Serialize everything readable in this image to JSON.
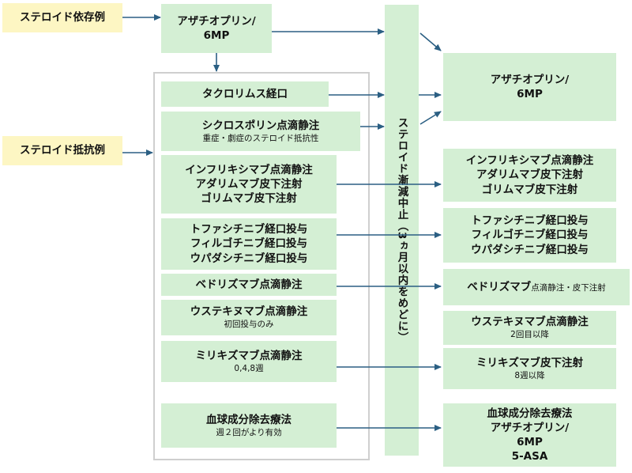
{
  "colors": {
    "box_fill": "#d4efd4",
    "label_fill": "#fdf6c3",
    "arrow": "#2b5f83",
    "frame": "#cfcfcf"
  },
  "labels": {
    "steroid_dependent": "ステロイド依存例",
    "steroid_resistant": "ステロイド抵抗例"
  },
  "left": {
    "aza": [
      "アザチオプリン/",
      "6MP"
    ],
    "tacrolimus": "タクロリムス経口",
    "cyclosporine": "シクロスポリン点滴静注",
    "cyclosporine_note": "重症・劇症のステロイド抵抗性",
    "anti_tnf": [
      "インフリキシマブ点滴静注",
      "アダリムマブ皮下注射",
      "ゴリムマブ皮下注射"
    ],
    "jak": [
      "トファシチニブ経口投与",
      "フィルゴチニブ経口投与",
      "ウパダシチニブ経口投与"
    ],
    "vedolizumab": "ベドリズマブ点滴静注",
    "ustekinumab": "ウステキヌマブ点滴静注",
    "ustekinumab_note": "初回投与のみ",
    "mirikizumab": "ミリキズマブ点滴静注",
    "mirikizumab_note": "0,4,8週",
    "apheresis": "血球成分除去療法",
    "apheresis_note": "週２回がより有効"
  },
  "taper": "ステロイド漸減中止（3ヵ月以内をめどに）",
  "right": {
    "aza": [
      "アザチオプリン/",
      "6MP"
    ],
    "anti_tnf": [
      "インフリキシマブ点滴静注",
      "アダリムマブ皮下注射",
      "ゴリムマブ皮下注射"
    ],
    "jak": [
      "トファシチニブ経口投与",
      "フィルゴチニブ経口投与",
      "ウパダシチニブ経口投与"
    ],
    "vedolizumab": "ベドリズマブ",
    "vedolizumab_route": "点滴静注・皮下注射",
    "ustekinumab": "ウステキヌマブ点滴静注",
    "ustekinumab_note": "2回目以降",
    "mirikizumab": "ミリキズマブ皮下注射",
    "mirikizumab_note": "8週以降",
    "maintenance": [
      "血球成分除去療法",
      "アザチオプリン/",
      "6MP",
      "5-ASA"
    ]
  }
}
